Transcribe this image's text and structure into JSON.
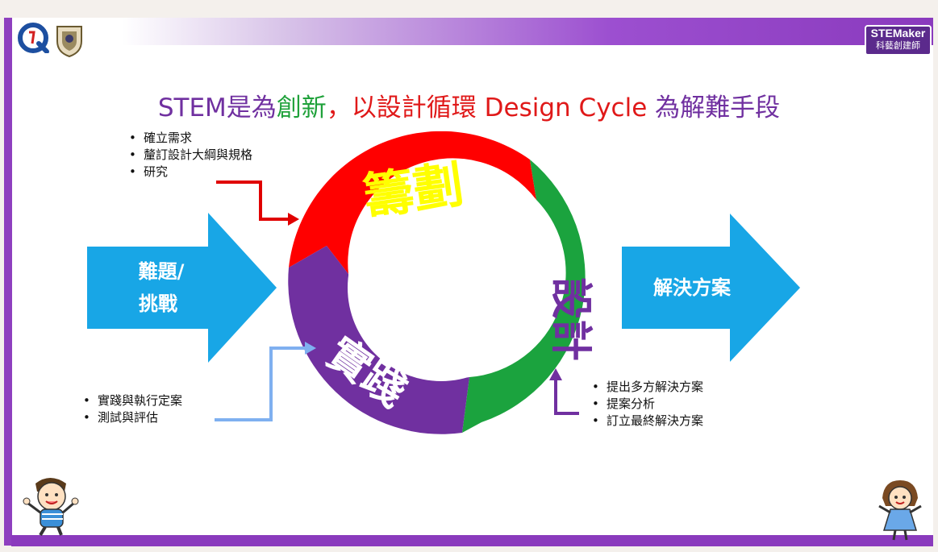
{
  "logos": {
    "stem_logo_line1": "STEMaker",
    "stem_logo_line2": "科藝創建師"
  },
  "title": {
    "part1": "STEM是為",
    "part2": "創新",
    "part3": "，以設計循環 Design Cycle ",
    "part4": "為解難手段"
  },
  "cycle": {
    "segments": [
      {
        "label": "籌劃",
        "color": "#ff0000",
        "text_color": "#ffff00"
      },
      {
        "label": "設計",
        "color": "#1ba33e",
        "text_color": "#7030a0"
      },
      {
        "label": "實踐",
        "color": "#7030a0",
        "text_color": "#ffffff"
      }
    ]
  },
  "arrows": {
    "left_line1": "難題/",
    "left_line2": "挑戰",
    "right": "解決方案",
    "color": "#18a6e6"
  },
  "lists": {
    "plan": [
      "確立需求",
      "釐訂設計大綱與規格",
      "研究"
    ],
    "implement": [
      "實踐與執行定案",
      "測試與評估"
    ],
    "design": [
      "提出多方解決方案",
      "提案分析",
      "訂立最終解決方案"
    ]
  },
  "colors": {
    "frame": "#8a3abd",
    "plan_connector": "#e00000",
    "implement_connector": "#7fb0f0",
    "design_connector": "#7030a0"
  }
}
